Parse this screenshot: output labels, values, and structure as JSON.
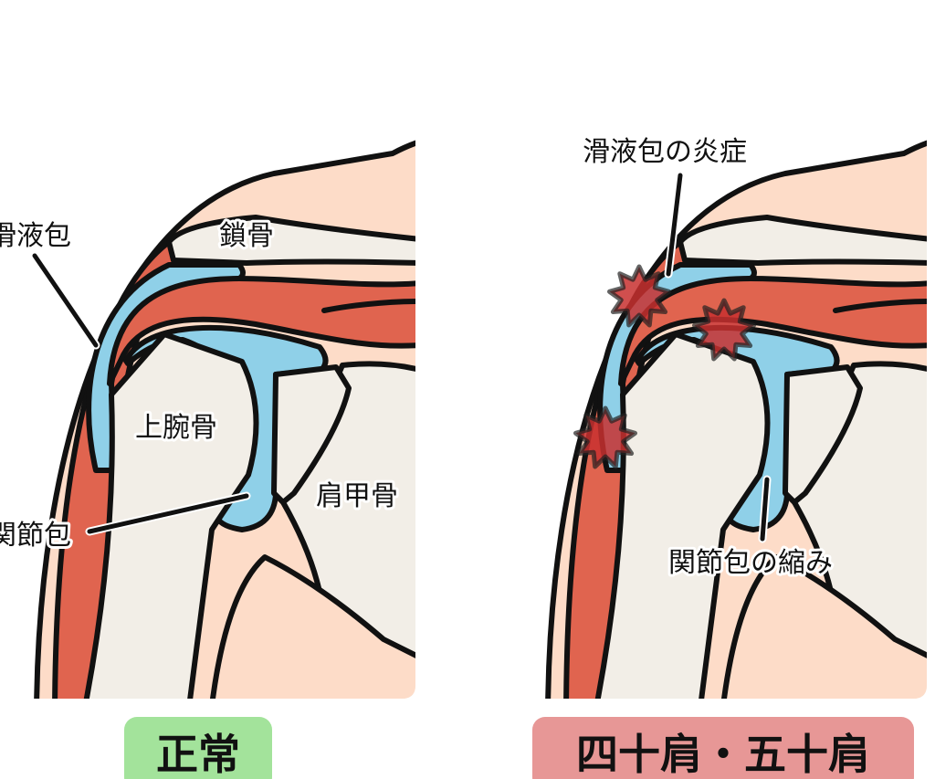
{
  "colors": {
    "skin": "#fddcc8",
    "muscle": "#e0644f",
    "bursa": "#8fd0e8",
    "bone": "#f2eee7",
    "inflammation": "#c8302f",
    "normal_badge": "#a3e39b",
    "frozen_badge": "#e79796"
  },
  "left_panel": {
    "labels": {
      "bursa": "滑液包",
      "clavicle": "鎖骨",
      "humerus": "上腕骨",
      "capsule": "関節包",
      "scapula": "肩甲骨"
    },
    "badge": "正常"
  },
  "right_panel": {
    "labels": {
      "bursa_inflammation": "滑液包の炎症",
      "capsule_contraction": "関節包の縮み"
    },
    "badge": "四十肩・五十肩"
  }
}
